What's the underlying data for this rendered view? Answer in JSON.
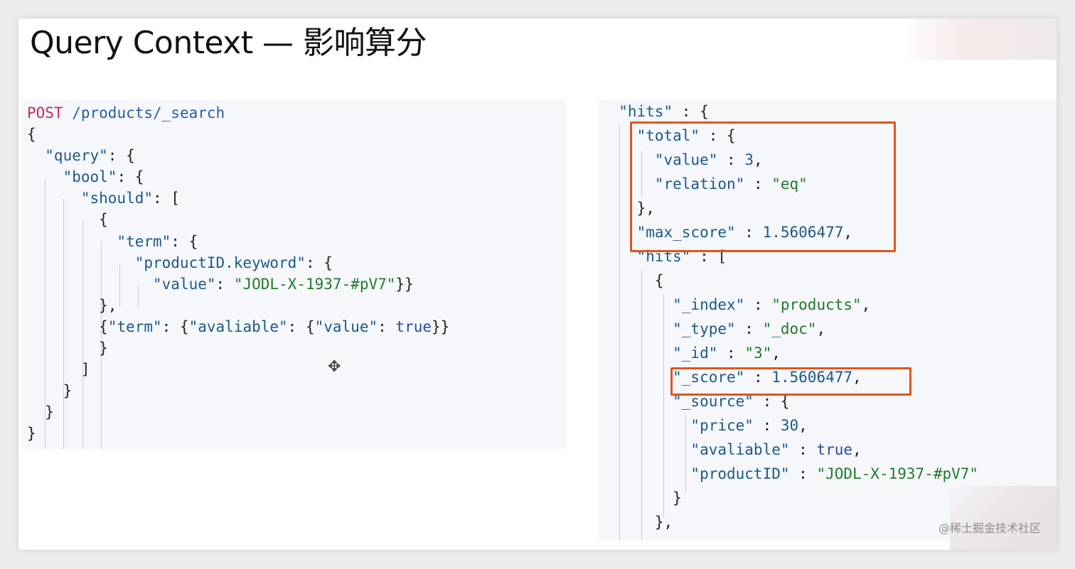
{
  "slide_title": "Query Context — 影响算分",
  "left_code": {
    "method": "POST",
    "path": "/products/_search",
    "lines": [
      [
        "{"
      ],
      [
        "  \"query\"",
        ": {"
      ],
      [
        "    \"bool\"",
        ": {"
      ],
      [
        "      \"should\"",
        ": ["
      ],
      [
        "        {"
      ],
      [
        "          \"term\"",
        ": {"
      ],
      [
        "            \"productID.keyword\"",
        ": {"
      ],
      [
        "              \"value\"",
        ": ",
        "\"JODL-X-1937-#pV7\"",
        "}}"
      ],
      [
        "        },"
      ],
      [
        "        {",
        "\"term\"",
        ": {",
        "\"avaliable\"",
        ": {",
        "\"value\"",
        ": ",
        "true",
        "}}"
      ],
      [
        "        }"
      ],
      [
        "      ]"
      ],
      [
        "    }"
      ],
      [
        "  }"
      ],
      [
        "}"
      ]
    ]
  },
  "right_code": {
    "lines": [
      [
        "  \"hits\"",
        " : {"
      ],
      [
        "    \"total\"",
        " : {"
      ],
      [
        "      \"value\"",
        " : ",
        "3",
        ","
      ],
      [
        "      \"relation\"",
        " : ",
        "\"eq\""
      ],
      [
        "    },"
      ],
      [
        "    \"max_score\"",
        " : ",
        "1.5606477",
        ","
      ],
      [
        "    \"hits\"",
        " : ["
      ],
      [
        "      {"
      ],
      [
        "        \"_index\"",
        " : ",
        "\"products\"",
        ","
      ],
      [
        "        \"_type\"",
        " : ",
        "\"_doc\"",
        ","
      ],
      [
        "        \"_id\"",
        " : ",
        "\"3\"",
        ","
      ],
      [
        "        \"_score\"",
        " : ",
        "1.5606477",
        ","
      ],
      [
        "        \"_source\"",
        " : {"
      ],
      [
        "          \"price\"",
        " : ",
        "30",
        ","
      ],
      [
        "          \"avaliable\"",
        " : ",
        "true",
        ","
      ],
      [
        "          \"productID\"",
        " : ",
        "\"JODL-X-1937-#pV7\""
      ],
      [
        "        }"
      ],
      [
        "      },"
      ]
    ]
  },
  "watermark": "@稀土掘金技术社区",
  "colors": {
    "highlight_box": "#e1541f",
    "method": "#c52c57",
    "key": "#1c5a87",
    "string": "#237a2a",
    "boolean": "#2e4a9c",
    "panel_bg": "#f5f7fb"
  }
}
